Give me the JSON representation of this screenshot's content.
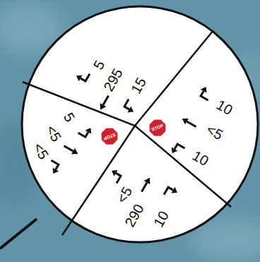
{
  "diagram": {
    "labels": [
      "5",
      "295",
      "15",
      "10",
      "<5",
      "10",
      "<5",
      "290",
      "10",
      "5",
      "<5",
      "<5",
      "STOP",
      "STOP"
    ]
  }
}
